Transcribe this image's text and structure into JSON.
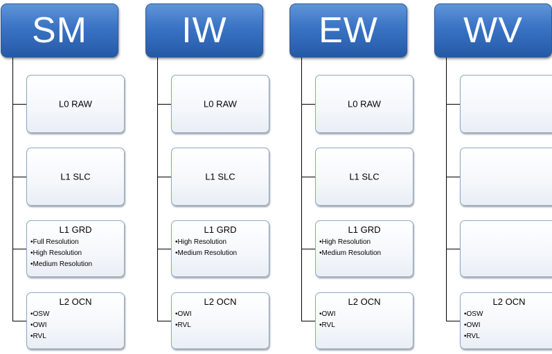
{
  "columns": [
    {
      "header": "SM",
      "boxes": [
        {
          "title": "L0 RAW",
          "items": []
        },
        {
          "title": "L1 SLC",
          "items": []
        },
        {
          "title": "L1 GRD",
          "items": [
            "Full Resolution",
            "High Resolution",
            "Medium Resolution"
          ]
        },
        {
          "title": "L2 OCN",
          "items": [
            "OSW",
            "OWI",
            "RVL"
          ]
        }
      ]
    },
    {
      "header": "IW",
      "boxes": [
        {
          "title": "L0 RAW",
          "items": []
        },
        {
          "title": "L1 SLC",
          "items": []
        },
        {
          "title": "L1 GRD",
          "items": [
            "High Resolution",
            "Medium Resolution"
          ]
        },
        {
          "title": "L2 OCN",
          "items": [
            "OWI",
            "RVL"
          ]
        }
      ]
    },
    {
      "header": "EW",
      "boxes": [
        {
          "title": "L0 RAW",
          "items": []
        },
        {
          "title": "L1 SLC",
          "items": []
        },
        {
          "title": "L1 GRD",
          "items": [
            "High Resolution",
            "Medium Resolution"
          ]
        },
        {
          "title": "L2 OCN",
          "items": [
            "OWI",
            "RVL"
          ]
        }
      ]
    },
    {
      "header": "WV",
      "boxes": [
        {
          "title": "",
          "items": []
        },
        {
          "title": "",
          "items": []
        },
        {
          "title": "",
          "items": []
        },
        {
          "title": "L2 OCN",
          "items": [
            "OSW",
            "OWI",
            "RVL"
          ]
        }
      ]
    }
  ]
}
